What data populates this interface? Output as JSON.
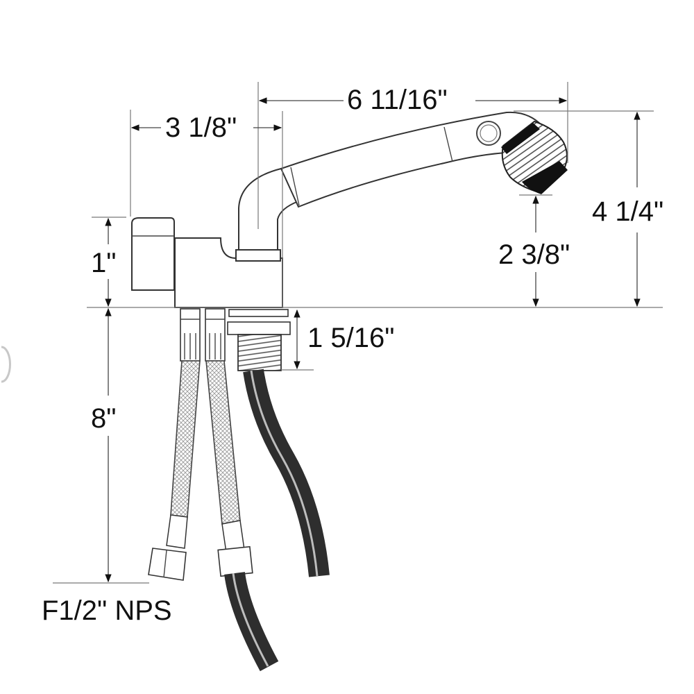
{
  "diagram": {
    "subject": "Faucet with pull-out sprayer — dimension drawing",
    "colors": {
      "background": "#ffffff",
      "line": "#333333",
      "text": "#111111",
      "hose_dark": "#3a3a3a"
    },
    "dimensions": {
      "spout_reach": "6 11/16\"",
      "base_to_spout_center": "3 1/8\"",
      "total_height": "4 1/4\"",
      "sprayer_clearance": "2 3/8\"",
      "base_height": "1\"",
      "hose_length": "8\"",
      "shank_length": "1 5/16\"",
      "connection": "F1/2\" NPS"
    }
  }
}
